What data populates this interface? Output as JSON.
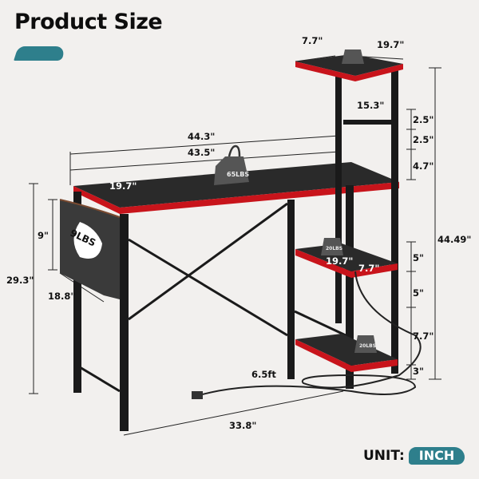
{
  "header": {
    "title": "Product Size"
  },
  "colors": {
    "accent": "#2e7f8c",
    "frame": "#1a1a1a",
    "trim": "#c8141b",
    "background": "#f2f0ee"
  },
  "dimensions": {
    "top_shelf_depth": "7.7\"",
    "top_shelf_width": "19.7\"",
    "hook_height": "15.3\"",
    "upper_gap_1": "2.5\"",
    "upper_gap_2": "2.5\"",
    "upper_gap_3": "4.7\"",
    "total_width": "44.3\"",
    "desktop_width": "43.5\"",
    "desktop_depth": "19.7\"",
    "bag_height": "9\"",
    "desk_height": "29.3\"",
    "leg_depth": "18.8\"",
    "shelf_width": "19.7\"",
    "shelf_depth": "7.7\"",
    "lower_gap_1": "5\"",
    "lower_gap_2": "5\"",
    "lower_gap_3": "7.7\"",
    "lower_gap_4": "3\"",
    "total_height": "44.49\"",
    "cord_length": "6.5ft",
    "leg_span": "33.8\""
  },
  "weights": {
    "desktop": "65LBS",
    "bag": "9LBS",
    "middle_shelf": "20LBS",
    "bottom_shelf": "20LBS"
  },
  "footer": {
    "unit_label": "UNIT:",
    "unit_value": "INCH"
  }
}
